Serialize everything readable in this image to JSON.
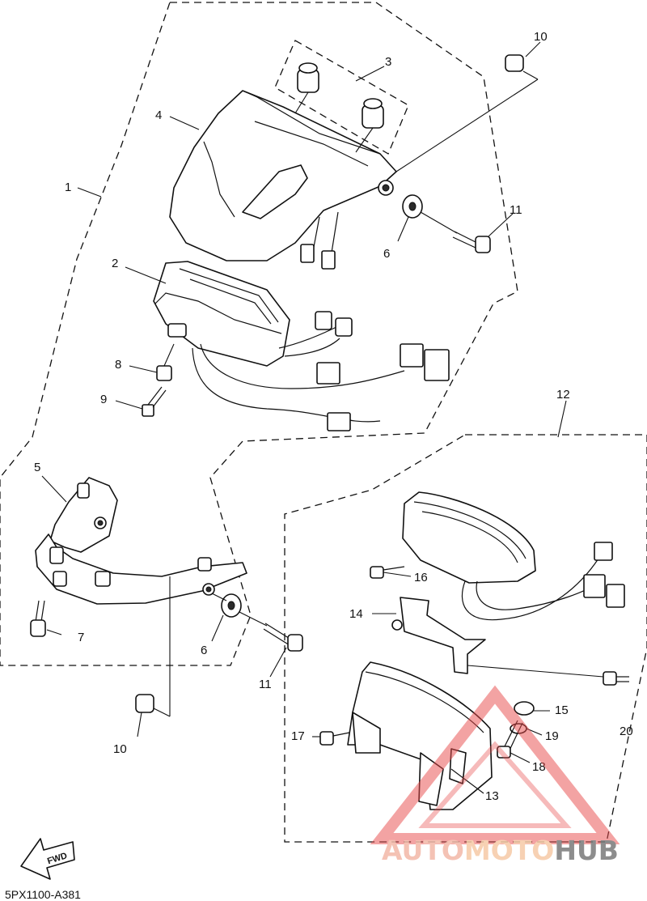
{
  "diagram": {
    "drawing_code": "5PX1100-A381",
    "fwd_label": "FWD",
    "watermark": {
      "part1": "AUTO",
      "part2": "MOTO",
      "part3": "HUB",
      "colors": {
        "auto": "#f3b8a8",
        "moto": "#f6c9a6",
        "hub": "#7a7a7a",
        "triangle": "#e84b4b"
      }
    },
    "callouts": [
      {
        "id": "c1",
        "label": "1"
      },
      {
        "id": "c2",
        "label": "2"
      },
      {
        "id": "c3",
        "label": "3"
      },
      {
        "id": "c4",
        "label": "4"
      },
      {
        "id": "c5",
        "label": "5"
      },
      {
        "id": "c6a",
        "label": "6"
      },
      {
        "id": "c6b",
        "label": "6"
      },
      {
        "id": "c7",
        "label": "7"
      },
      {
        "id": "c8",
        "label": "8"
      },
      {
        "id": "c9",
        "label": "9"
      },
      {
        "id": "c10a",
        "label": "10"
      },
      {
        "id": "c10b",
        "label": "10"
      },
      {
        "id": "c11a",
        "label": "11"
      },
      {
        "id": "c11b",
        "label": "11"
      },
      {
        "id": "c12",
        "label": "12"
      },
      {
        "id": "c13",
        "label": "13"
      },
      {
        "id": "c14",
        "label": "14"
      },
      {
        "id": "c15",
        "label": "15"
      },
      {
        "id": "c16",
        "label": "16"
      },
      {
        "id": "c17",
        "label": "17"
      },
      {
        "id": "c18",
        "label": "18"
      },
      {
        "id": "c19",
        "label": "19"
      },
      {
        "id": "c20",
        "label": "20"
      }
    ]
  }
}
